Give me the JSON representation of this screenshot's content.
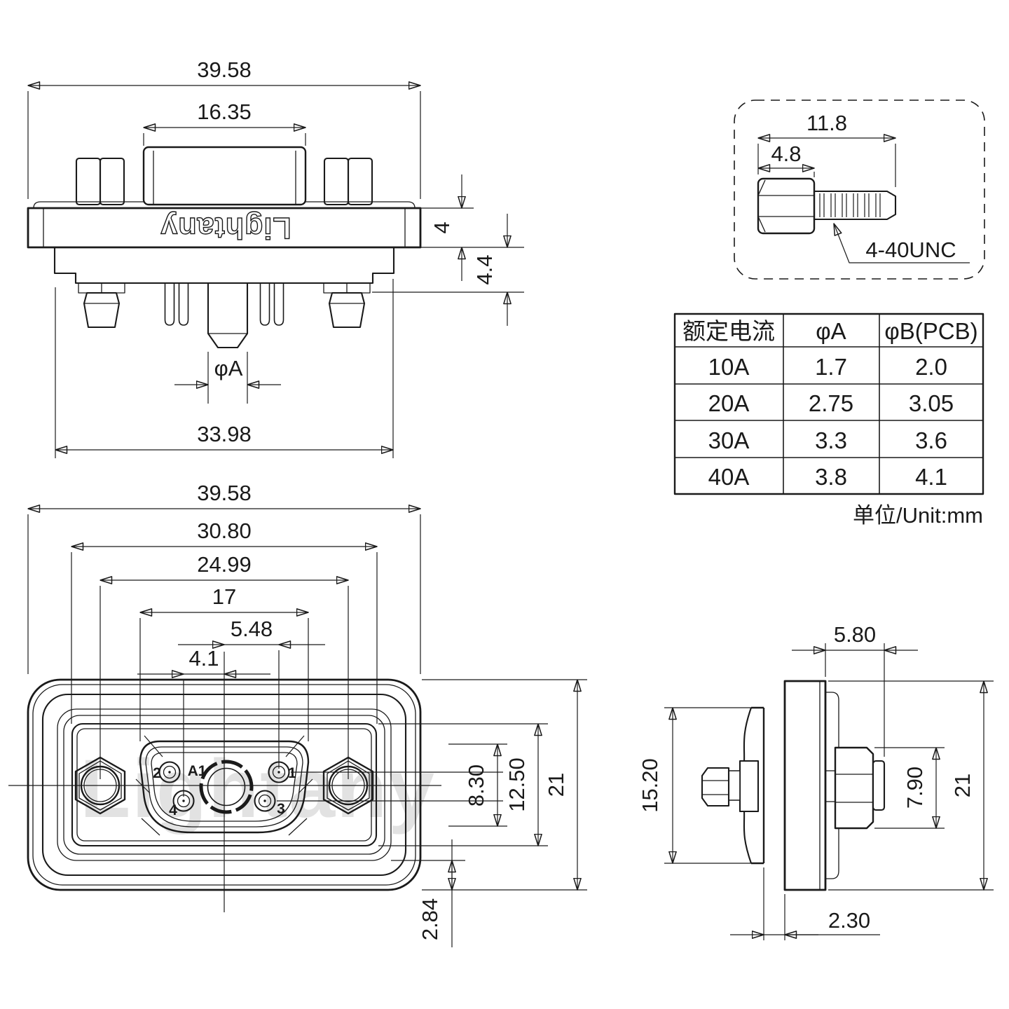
{
  "drawing": {
    "brand_logo": "Lightany",
    "watermark": "Lightany",
    "unit_note": "单位/Unit:mm",
    "thread_label": "4-40UNC"
  },
  "top_view": {
    "dims": {
      "overall_width": "39.58",
      "plug_width": "16.35",
      "flange_thickness": "4",
      "rear_depth": "4.4",
      "center_pin_dia": "φA",
      "body_width": "33.98"
    }
  },
  "screw_detail": {
    "dims": {
      "total_length": "11.8",
      "head_length": "4.8"
    }
  },
  "spec_table": {
    "headers": [
      "额定电流",
      "φA",
      "φB(PCB)"
    ],
    "rows": [
      [
        "10A",
        "1.7",
        "2.0"
      ],
      [
        "20A",
        "2.75",
        "3.05"
      ],
      [
        "30A",
        "3.3",
        "3.6"
      ],
      [
        "40A",
        "3.8",
        "4.1"
      ]
    ]
  },
  "front_view": {
    "dims": {
      "overall_width": "39.58",
      "panel_width": "30.80",
      "screw_spacing": "24.99",
      "insert_width": "17",
      "pin1_offset": "5.48",
      "pin4_offset": "4.1",
      "insert_height": "8.30",
      "panel_height": "12.50",
      "overall_height": "21",
      "bottom_offset": "2.84"
    },
    "pins": {
      "p2": "2",
      "a1": "A1",
      "p1": "1",
      "p4": "4",
      "p3": "3"
    }
  },
  "side_view": {
    "dims": {
      "nut_protrusion": "5.80",
      "body_height": "15.20",
      "nut_height": "7.90",
      "overall_height": "21",
      "panel_gap": "2.30"
    }
  }
}
